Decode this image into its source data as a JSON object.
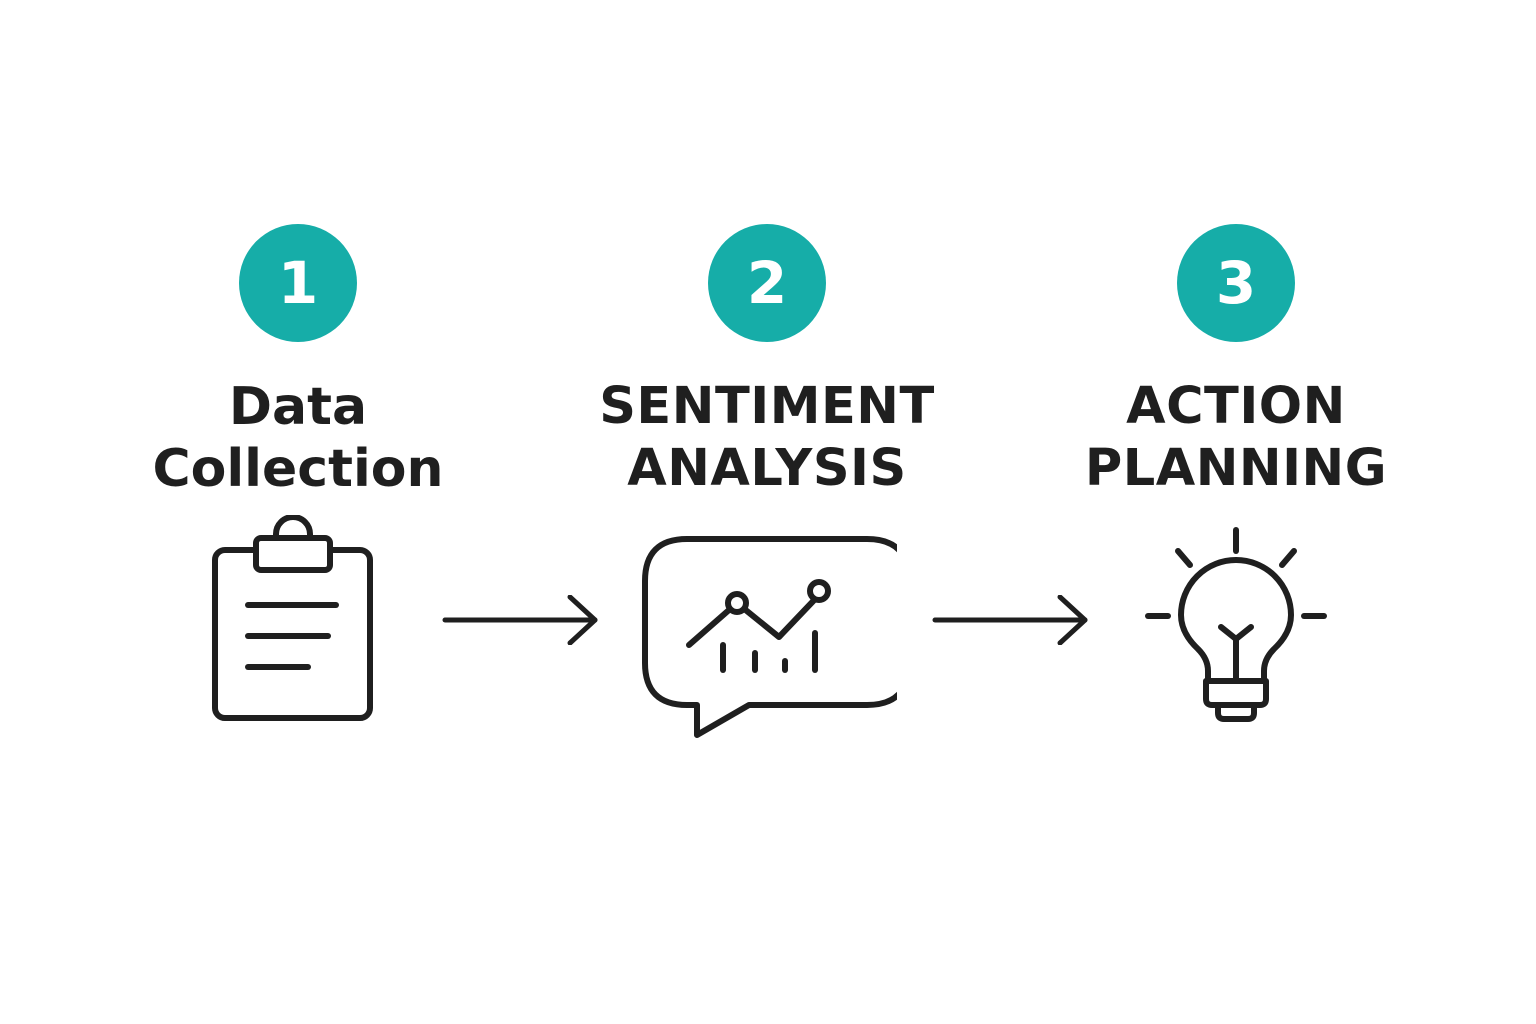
{
  "steps": [
    {
      "number": "1",
      "title_lines": [
        "Data",
        "Collection"
      ],
      "icon": "clipboard-icon"
    },
    {
      "number": "2",
      "title_lines": [
        "SENTIMENT",
        "ANALYSIS"
      ],
      "icon": "chart-speech-bubble-icon"
    },
    {
      "number": "3",
      "title_lines": [
        "ACTION",
        "PLANNING"
      ],
      "icon": "lightbulb-icon"
    }
  ],
  "connectors": [
    "arrow-right-icon",
    "arrow-right-icon"
  ],
  "colors": {
    "badge": "#16ada8",
    "badge_text": "#ffffff",
    "text": "#1f1f1f",
    "stroke": "#1f1f1f",
    "background": "#ffffff"
  }
}
